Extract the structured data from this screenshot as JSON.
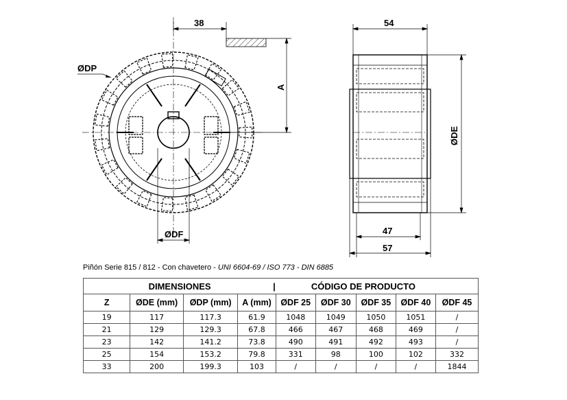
{
  "drawing": {
    "dim_38": "38",
    "dim_54": "54",
    "dim_A": "A",
    "label_DP": "ØDP",
    "label_DF": "ØDF",
    "label_DE": "ØDE",
    "dim_47": "47",
    "dim_57": "57"
  },
  "caption": {
    "text": "Piñón Serie 815 / 812 - Con chavetero - ",
    "standards": "UNI 6604-69 / ISO 773 - DIN 6885"
  },
  "table": {
    "group_dimensions": "DIMENSIONES",
    "group_separator": "|",
    "group_codes": "CÓDIGO DE PRODUCTO",
    "headers": [
      "Z",
      "ØDE (mm)",
      "ØDP (mm)",
      "A (mm)",
      "ØDF 25",
      "ØDF 30",
      "ØDF 35",
      "ØDF 40",
      "ØDF 45"
    ],
    "rows": [
      [
        "19",
        "117",
        "117.3",
        "61.9",
        "1048",
        "1049",
        "1050",
        "1051",
        "/"
      ],
      [
        "21",
        "129",
        "129.3",
        "67.8",
        "466",
        "467",
        "468",
        "469",
        "/"
      ],
      [
        "23",
        "142",
        "141.2",
        "73.8",
        "490",
        "491",
        "492",
        "493",
        "/"
      ],
      [
        "25",
        "154",
        "153.2",
        "79.8",
        "331",
        "98",
        "100",
        "102",
        "332"
      ],
      [
        "33",
        "200",
        "199.3",
        "103",
        "/",
        "/",
        "/",
        "/",
        "1844"
      ]
    ]
  }
}
